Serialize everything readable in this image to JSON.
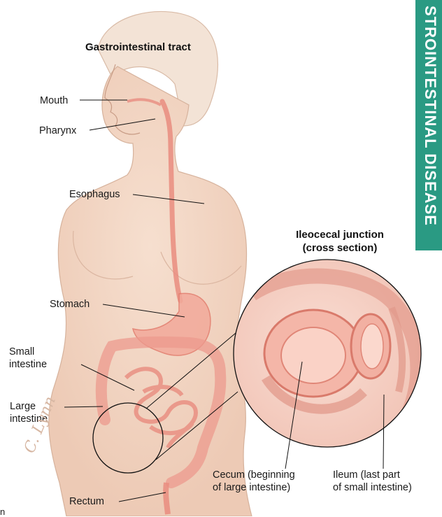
{
  "figure": {
    "title": "Gastrointestinal tract",
    "section_tab": "STROINTESTINAL DISEASE",
    "inset_title_line1": "Ileocecal junction",
    "inset_title_line2": "(cross section)",
    "signature": "C. Lynn",
    "corner_text": "n"
  },
  "labels": {
    "mouth": "Mouth",
    "pharynx": "Pharynx",
    "esophagus": "Esophagus",
    "stomach": "Stomach",
    "small_intestine_1": "Small",
    "small_intestine_2": "intestine",
    "large_intestine_1": "Large",
    "large_intestine_2": "intestine",
    "rectum": "Rectum",
    "cecum_1": "Cecum (beginning",
    "cecum_2": "of large intestine)",
    "ileum_1": "Ileum (last part",
    "ileum_2": "of small intestine)"
  },
  "colors": {
    "skin": "#f2d9c9",
    "tract": "#e98c7f",
    "tab": "#2a9a83"
  }
}
